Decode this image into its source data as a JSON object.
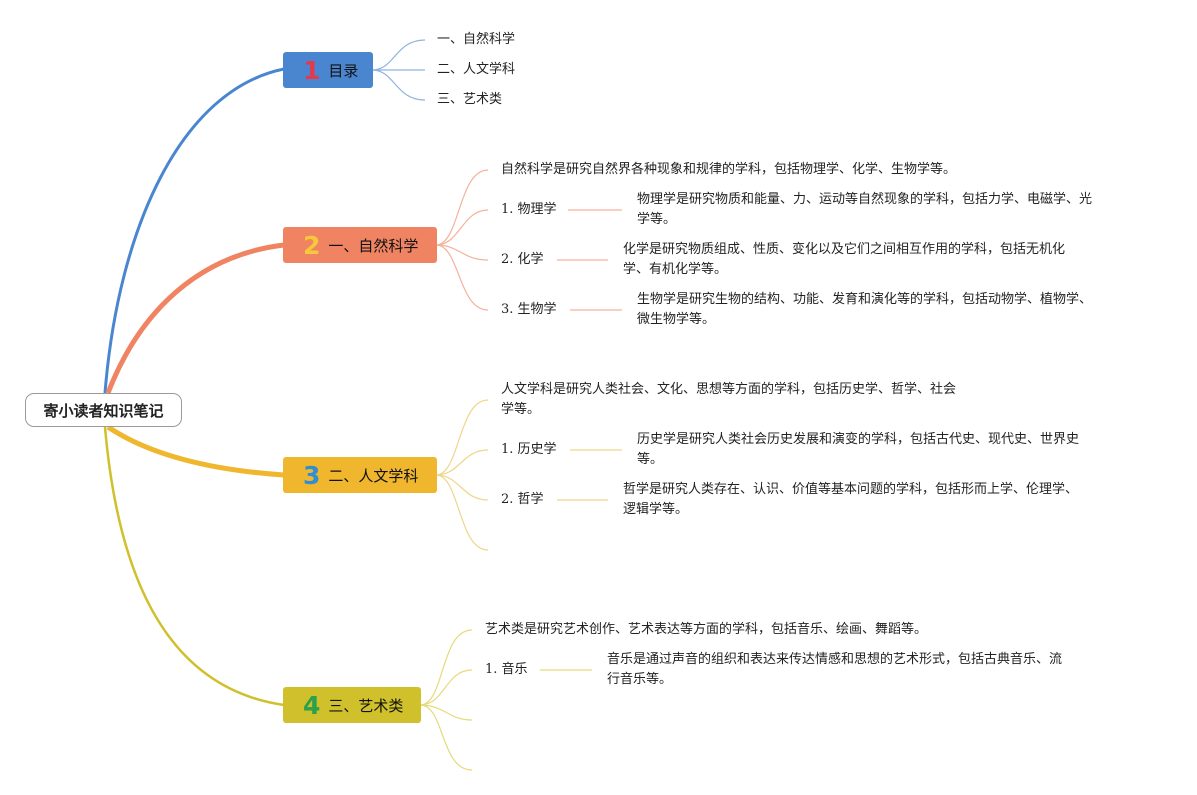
{
  "root": {
    "label": "寄小读者知识笔记"
  },
  "colors": {
    "b1": "#4a86d0",
    "b2": "#f08462",
    "b3": "#f0b62e",
    "b4": "#cfc02c",
    "l1": "#8fb4e0",
    "l2": "#f3b29c",
    "l3": "#eed68a",
    "l4": "#e6da7a"
  },
  "branches": [
    {
      "number": "1",
      "label": "目录",
      "items": [
        "一、自然科学",
        "二、人文学科",
        "三、艺术类"
      ]
    },
    {
      "number": "2",
      "label": "一、自然科学",
      "intro": "自然科学是研究自然界各种现象和规律的学科，包括物理学、化学、生物学等。",
      "subs": [
        {
          "label": "1. 物理学",
          "desc_lines": [
            "物理学是研究物质和能量、力、运动等自然现象的学科，包括力学、电磁学、光",
            "学等。"
          ]
        },
        {
          "label": "2. 化学",
          "desc_lines": [
            "化学是研究物质组成、性质、变化以及它们之间相互作用的学科，包括无机化",
            "学、有机化学等。"
          ]
        },
        {
          "label": "3. 生物学",
          "desc_lines": [
            "生物学是研究生物的结构、功能、发育和演化等的学科，包括动物学、植物学、",
            "微生物学等。"
          ]
        }
      ]
    },
    {
      "number": "3",
      "label": "二、人文学科",
      "intro_lines": [
        "人文学科是研究人类社会、文化、思想等方面的学科，包括历史学、哲学、社会",
        "学等。"
      ],
      "subs": [
        {
          "label": "1. 历史学",
          "desc_lines": [
            "历史学是研究人类社会历史发展和演变的学科，包括古代史、现代史、世界史",
            "等。"
          ]
        },
        {
          "label": "2. 哲学",
          "desc_lines": [
            "哲学是研究人类存在、认识、价值等基本问题的学科，包括形而上学、伦理学、",
            "逻辑学等。"
          ]
        }
      ]
    },
    {
      "number": "4",
      "label": "三、艺术类",
      "intro": "艺术类是研究艺术创作、艺术表达等方面的学科，包括音乐、绘画、舞蹈等。",
      "subs": [
        {
          "label": "1. 音乐",
          "desc_lines": [
            "音乐是通过声音的组织和表达来传达情感和思想的艺术形式，包括古典音乐、流",
            "行音乐等。"
          ]
        }
      ]
    }
  ]
}
